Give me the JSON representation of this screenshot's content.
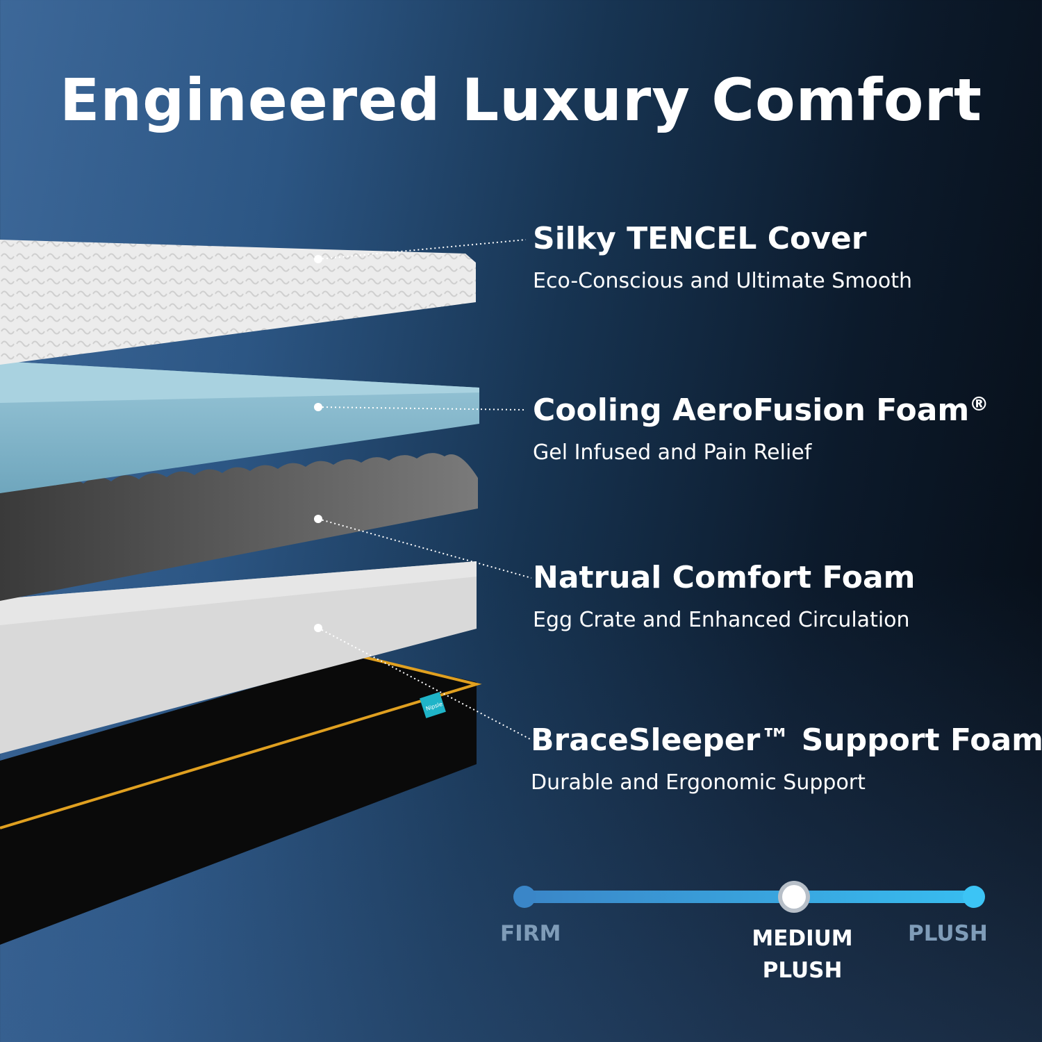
{
  "title": "Engineered Luxury Comfort",
  "layers": [
    {
      "name": "Silky TENCEL Cover",
      "desc": "Eco-Conscious and Ultimate Smooth"
    },
    {
      "name": "Cooling AeroFusion Foam",
      "mark": "®",
      "desc": "Gel Infused and Pain Relief"
    },
    {
      "name": "Natrual Comfort Foam",
      "desc": "Egg Crate and Enhanced Circulation"
    },
    {
      "name": "BraceSleeper™ Support Foam",
      "desc": "Durable and Ergonomic Support"
    }
  ],
  "brand_tag": "Nipsle",
  "firmness": {
    "labels": {
      "left": "FIRM",
      "selected_line1": "MEDIUM",
      "selected_line2": "PLUSH",
      "right": "PLUSH"
    },
    "position": 0.6
  },
  "colors": {
    "track_start": "#3a86c8",
    "track_end": "#38bdf0",
    "piping": "#e0a020",
    "tag": "#1fb4c8"
  }
}
